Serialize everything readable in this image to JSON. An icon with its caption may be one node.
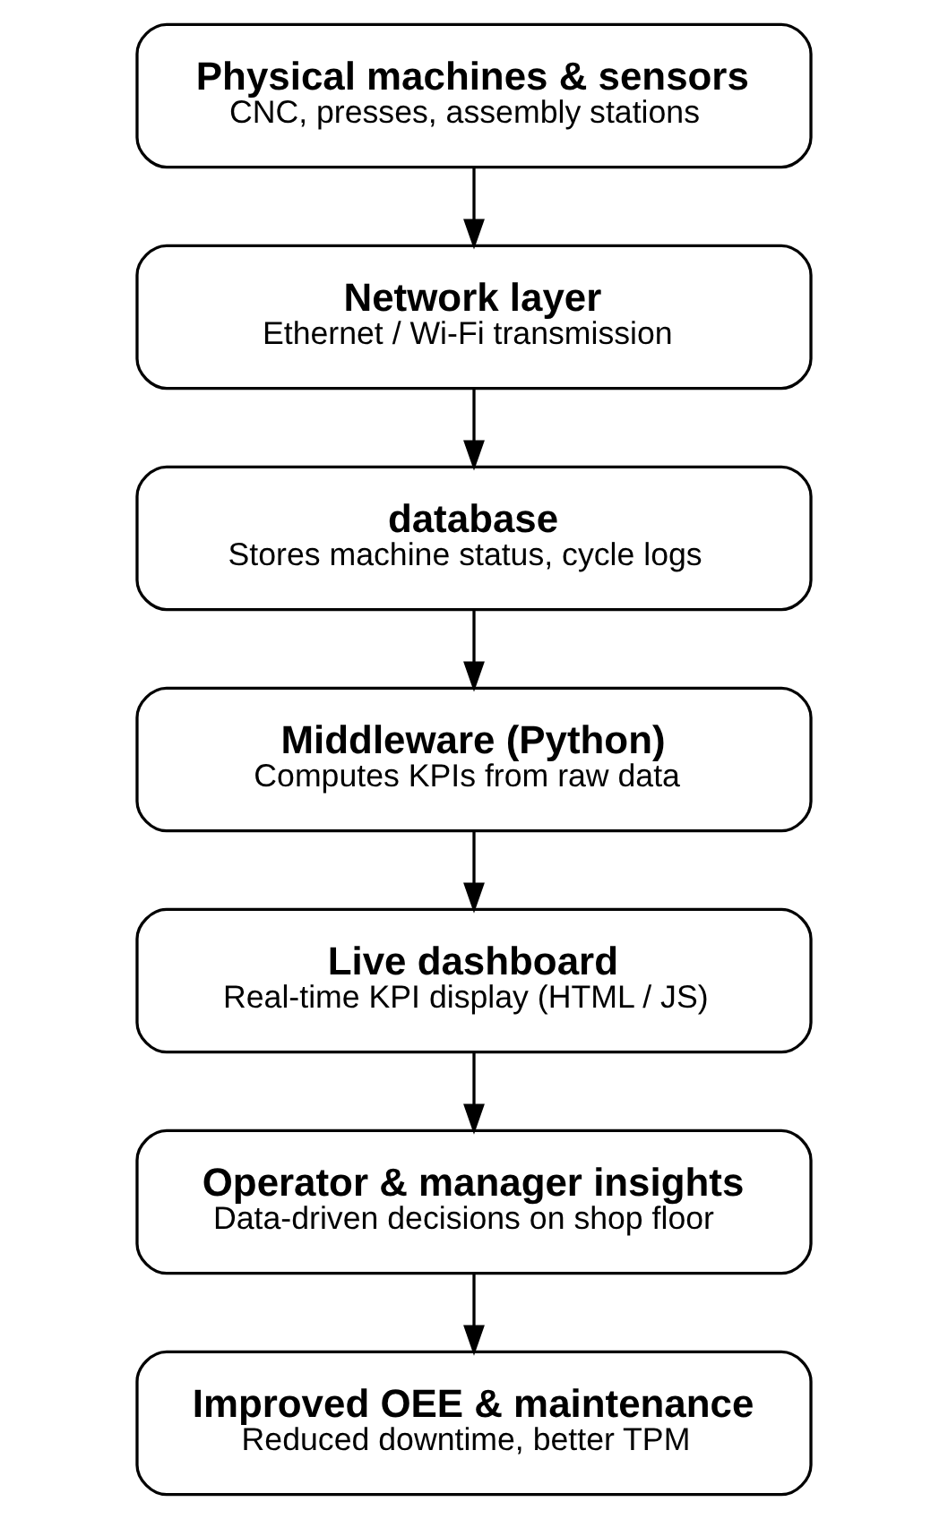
{
  "diagram": {
    "nodes": [
      {
        "text": [
          "Physical machines & sensors",
          "CNC, presses, assembly stations"
        ]
      },
      {
        "text": [
          "Network layer",
          "Ethernet / Wi-Fi transmission"
        ]
      },
      {
        "text": [
          "database",
          "Stores machine status, cycle logs"
        ]
      },
      {
        "text": [
          "Middleware (Python)",
          "Computes KPIs from raw data"
        ]
      },
      {
        "text": [
          "Live dashboard",
          "Real-time KPI display (HTML / JS)"
        ]
      },
      {
        "text": [
          "Operator & manager insights",
          "Data-driven decisions on shop floor"
        ]
      },
      {
        "text": [
          "Improved OEE & maintenance",
          "Reduced downtime, better TPM"
        ]
      }
    ],
    "edges": [
      {
        "from": 0,
        "to": 1,
        "arrow": "to"
      },
      {
        "from": 1,
        "to": 2,
        "arrow": "to"
      },
      {
        "from": 2,
        "to": 3,
        "arrow": "to"
      },
      {
        "from": 3,
        "to": 4,
        "arrow": "to"
      },
      {
        "from": 4,
        "to": 5,
        "arrow": "to"
      },
      {
        "from": 5,
        "to": 6,
        "arrow": "to"
      }
    ]
  }
}
